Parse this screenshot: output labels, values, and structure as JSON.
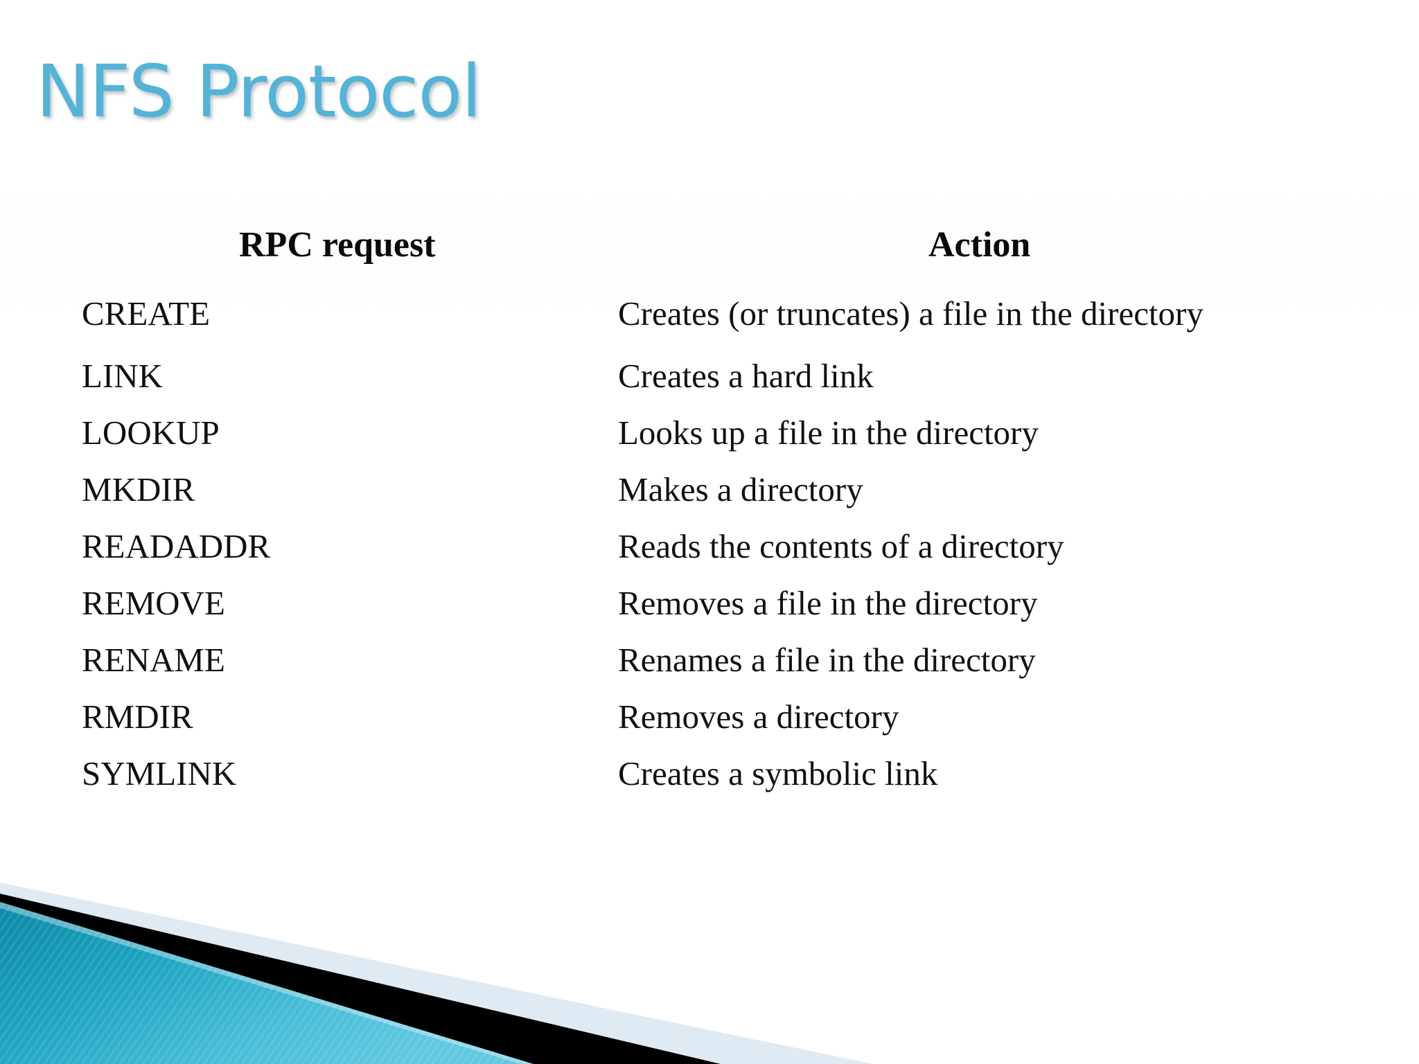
{
  "slide": {
    "title": "NFS Protocol",
    "title_color": "#54b3d6",
    "background_color": "#ffffff",
    "text_color": "#111111"
  },
  "table": {
    "headers": {
      "request": "RPC request",
      "action": "Action"
    },
    "rows": [
      {
        "request": "CREATE",
        "action": "Creates (or truncates) a file in the directory"
      },
      {
        "request": "LINK",
        "action": "Creates a hard link"
      },
      {
        "request": "LOOKUP",
        "action": "Looks up a file in the directory"
      },
      {
        "request": "MKDIR",
        "action": "Makes a directory"
      },
      {
        "request": "READADDR",
        "action": "Reads the contents of a directory"
      },
      {
        "request": "REMOVE",
        "action": "Removes a file in the directory"
      },
      {
        "request": "RENAME",
        "action": "Renames a file in the directory"
      },
      {
        "request": "RMDIR",
        "action": "Removes a directory"
      },
      {
        "request": "SYMLINK",
        "action": "Creates a symbolic link"
      }
    ]
  },
  "decoration": {
    "name": "bottom-left-diagonal-banner",
    "teal_dark": "#0f8fae",
    "teal_light": "#5cc3dd",
    "stripe_color": "#000000",
    "pale_band_color": "#dfeaf3"
  },
  "layout": {
    "row_tops": [
      40,
      130,
      212,
      294,
      376,
      458,
      540,
      622,
      704
    ]
  }
}
